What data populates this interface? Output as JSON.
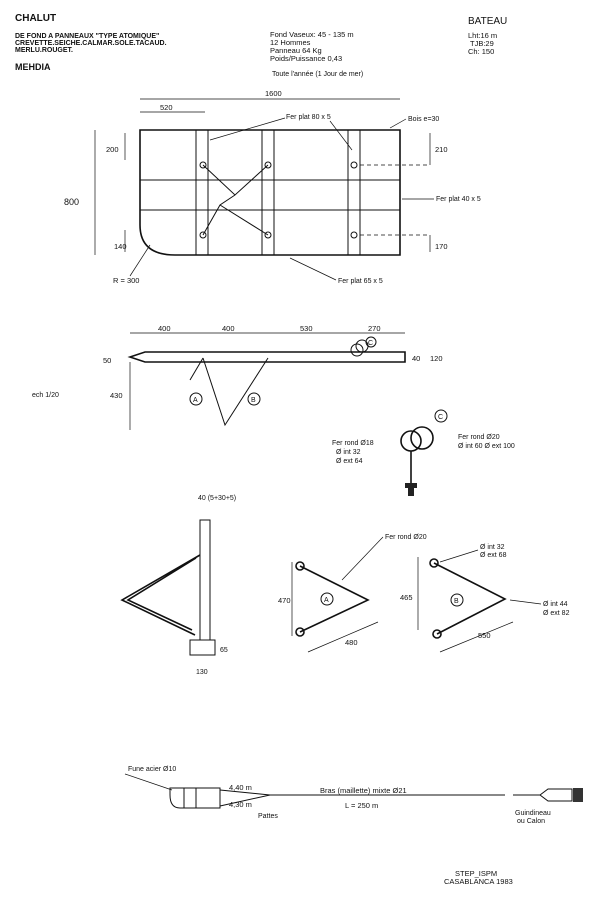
{
  "header": {
    "title": "CHALUT",
    "subtitle_lines": [
      "DE FOND A PANNEAUX \"TYPE ATOMIQUE\"",
      "CREVETTE.SEICHE.CALMAR.SOLE.TACAUD.",
      "MERLU.ROUGET."
    ],
    "location": "MEHDIA",
    "specs": [
      "Fond Vaseux: 45 - 135 m",
      "12 Hommes",
      "Panneau 64 Kg",
      "Poids/Puissance 0,43"
    ],
    "season": "Toute l'année (1 Jour de mer)",
    "boat_title": "BATEAU",
    "boat_specs": [
      "Lht:16 m",
      "TJB:29",
      "Ch: 150"
    ]
  },
  "top_view": {
    "dim_total": "1600",
    "dim_520": "520",
    "dim_800": "800",
    "dim_200": "200",
    "dim_140": "140",
    "dim_210": "210",
    "dim_170": "170",
    "radius": "R = 300",
    "fer_plat_80": "Fer plat 80 x 5",
    "bois": "Bois e=30",
    "fer_plat_40": "Fer plat 40 x 5",
    "fer_plat_65": "Fer plat 65 x 5"
  },
  "side_view": {
    "dims_top": [
      "400",
      "400",
      "530",
      "270"
    ],
    "dim_50": "50",
    "dim_430": "430",
    "dim_40": "40",
    "dim_120": "120",
    "label_a": "A",
    "label_b": "B",
    "label_c": "C",
    "scale": "ech 1/20"
  },
  "detail_c": {
    "label": "C",
    "left": [
      "Fer rond Ø18",
      "Ø int 32",
      "Ø ext 64"
    ],
    "right": [
      "Fer rond Ø20",
      "Ø int 60  Ø ext 100"
    ]
  },
  "bracket_detail": {
    "dim_top": "40 (5+30+5)",
    "dim_65": "65",
    "dim_130": "130"
  },
  "detail_a": {
    "label": "A",
    "fer_rond": "Fer rond Ø20",
    "dim_470": "470",
    "dim_480": "480"
  },
  "detail_b": {
    "label": "B",
    "ring_top": [
      "Ø int 32",
      "Ø ext 68"
    ],
    "ring_mid": [
      "Ø int 44",
      "Ø ext 82"
    ],
    "dim_465": "465",
    "dim_550": "550"
  },
  "rigging": {
    "fune": "Fune acier Ø10",
    "patte_1": "4,40 m",
    "patte_2": "4,30 m",
    "pattes": "Pattes",
    "bras": "Bras (maillette) mixte Ø21",
    "length": "L = 250 m",
    "guindineau": [
      "Guindineau",
      "ou Calon"
    ]
  },
  "footer": {
    "lines": [
      "STEP_ISPM",
      "CASABLANCA  1983"
    ]
  }
}
